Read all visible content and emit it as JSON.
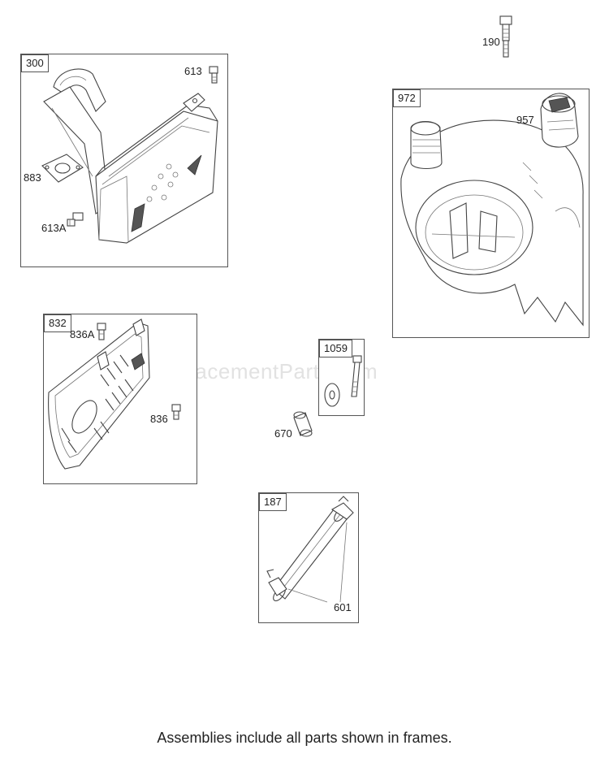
{
  "watermark": "eReplacementParts.com",
  "footer": "Assemblies include all parts shown in frames.",
  "callouts": {
    "p190": "190",
    "p613": "613",
    "p883": "883",
    "p613a": "613A",
    "p957": "957",
    "p836a": "836A",
    "p836": "836",
    "p670": "670",
    "p601": "601"
  },
  "frames": {
    "f300": "300",
    "f972": "972",
    "f832": "832",
    "f1059": "1059",
    "f187": "187"
  }
}
